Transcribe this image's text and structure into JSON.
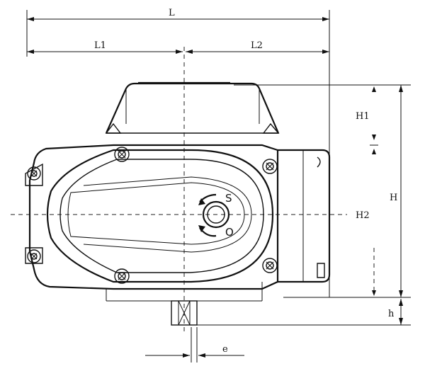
{
  "dimensions": {
    "L": "L",
    "L1": "L1",
    "L2": "L2",
    "H": "H",
    "H1": "H1",
    "H2": "H2",
    "h": "h",
    "e": "e"
  },
  "indicator": {
    "shut": "S",
    "open": "O"
  }
}
